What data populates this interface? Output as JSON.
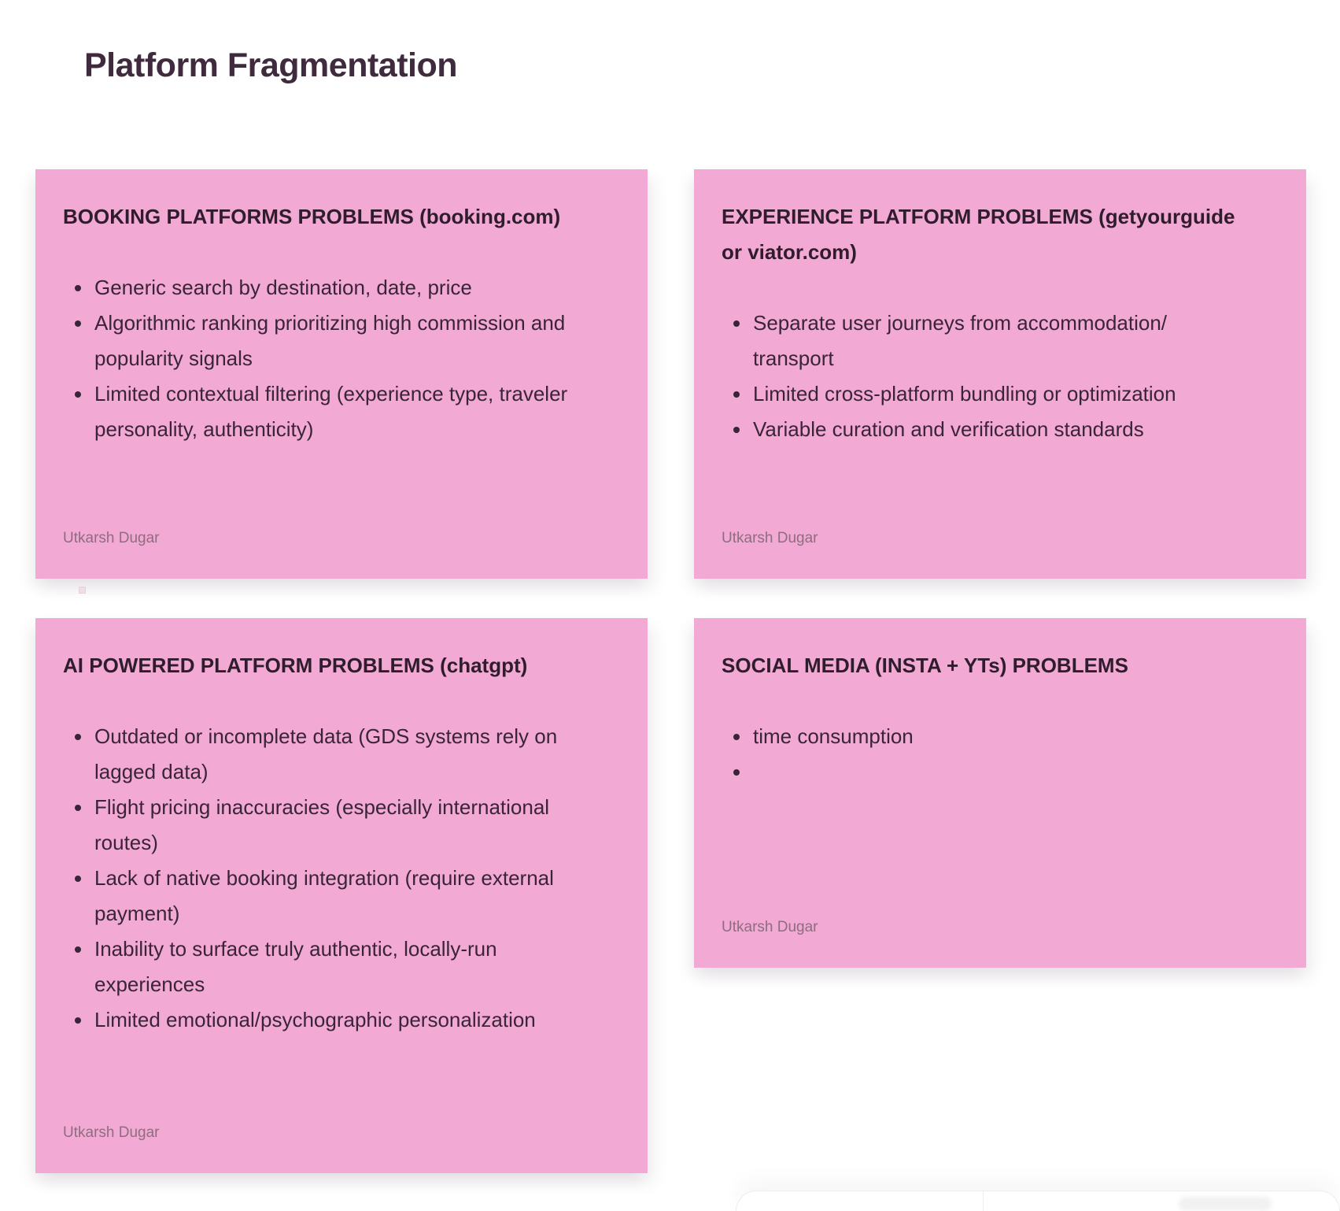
{
  "page": {
    "title": "Platform Fragmentation"
  },
  "colors": {
    "page_background": "#ffffff",
    "sticky_note": "#f2a9d4",
    "title_text": "#402b3e",
    "header_text": "#2f1d2e",
    "body_text": "#3a2438",
    "attribution_text": "#8e6d81",
    "panel_border": "#ededed"
  },
  "cards": [
    {
      "title": "BOOKING PLATFORMS PROBLEMS (booking.com)",
      "bullets": [
        "Generic search by destination, date, price",
        "Algorithmic ranking prioritizing high commission and popularity signals",
        "Limited contextual filtering (experience type, traveler personality, authenticity)"
      ],
      "attribution": "Utkarsh Dugar"
    },
    {
      "title": "EXPERIENCE PLATFORM PROBLEMS (getyourguide or viator.com)",
      "bullets": [
        "Separate user journeys from accommodation/ transport",
        "Limited cross-platform bundling or optimization",
        "Variable curation and verification standards"
      ],
      "attribution": "Utkarsh Dugar"
    },
    {
      "title": "AI POWERED PLATFORM PROBLEMS (chatgpt)",
      "bullets": [
        "Outdated or incomplete data (GDS systems rely on lagged data)",
        "Flight pricing inaccuracies (especially international routes)",
        "Lack of native booking integration (require external payment)",
        "Inability to surface truly authentic, locally-run experiences",
        "Limited emotional/psychographic personalization"
      ],
      "attribution": "Utkarsh Dugar"
    },
    {
      "title": "SOCIAL MEDIA (INSTA + YTs) PROBLEMS",
      "bullets": [
        "time consumption",
        ""
      ],
      "attribution": "Utkarsh Dugar"
    }
  ]
}
